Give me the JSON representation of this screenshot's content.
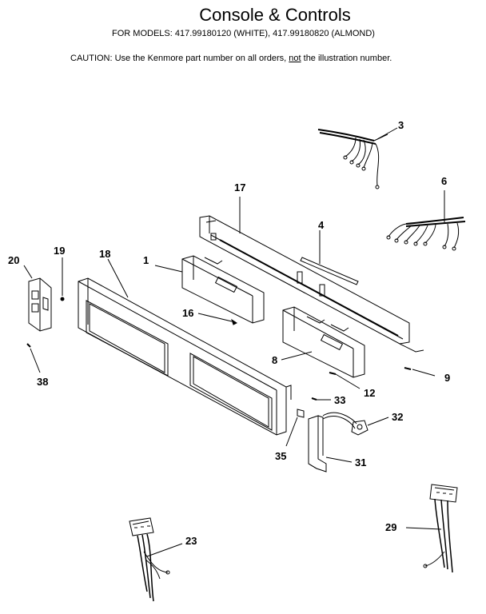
{
  "header": {
    "title": "Console & Controls",
    "models": "FOR MODELS:  417.99180120 (WHITE), 417.99180820 (ALMOND)",
    "caution_before": "CAUTION:  Use the Kenmore part number on all orders, ",
    "caution_not": "not",
    "caution_after": " the illustration number."
  },
  "callouts": {
    "c3": "3",
    "c6": "6",
    "c17": "17",
    "c4": "4",
    "c1": "1",
    "c18": "18",
    "c19": "19",
    "c20": "20",
    "c16": "16",
    "c8": "8",
    "c9": "9",
    "c12": "12",
    "c33": "33",
    "c32": "32",
    "c35": "35",
    "c31": "31",
    "c38": "38",
    "c23": "23",
    "c29": "29"
  },
  "colors": {
    "ink": "#000000",
    "paper": "#ffffff"
  }
}
